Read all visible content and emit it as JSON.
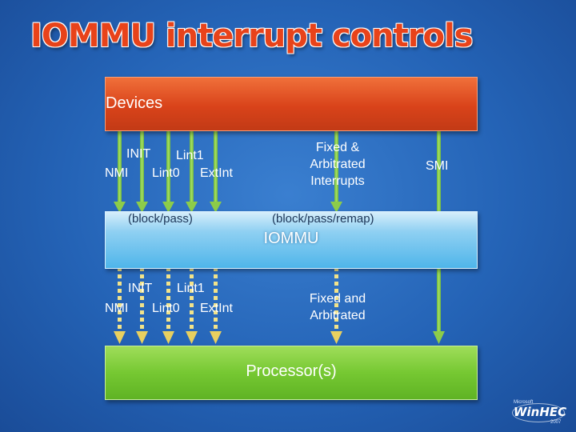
{
  "title": "IOMMU interrupt controls",
  "colors": {
    "background": "#2463b6",
    "title": "#e8431a",
    "devices_box": "#d9431a",
    "iommu_box": "#8fd0f2",
    "processor_box": "#76c832",
    "arrow": "#8ccc4a"
  },
  "boxes": {
    "devices": "Devices",
    "iommu": "IOMMU",
    "processor": "Processor(s)"
  },
  "upper_labels": {
    "init": "INIT",
    "lint1": "Lint1",
    "nmi": "NMI",
    "lint0": "Lint0",
    "extint": "ExtInt",
    "fixed_line1": "Fixed &",
    "fixed_line2": "Arbitrated",
    "fixed_line3": "Interrupts",
    "smi": "SMI"
  },
  "iommu_labels": {
    "block_pass": "(block/pass)",
    "block_pass_remap": "(block/pass/remap)"
  },
  "lower_labels": {
    "init": "INIT",
    "lint1": "Lint1",
    "nmi": "NMI",
    "lint0": "Lint0",
    "extint": "ExtInt",
    "fixed_line1": "Fixed and",
    "fixed_line2": "Arbitrated"
  },
  "logo": {
    "small_text": "Microsoft",
    "name": "WinHEC",
    "year": "2007"
  }
}
